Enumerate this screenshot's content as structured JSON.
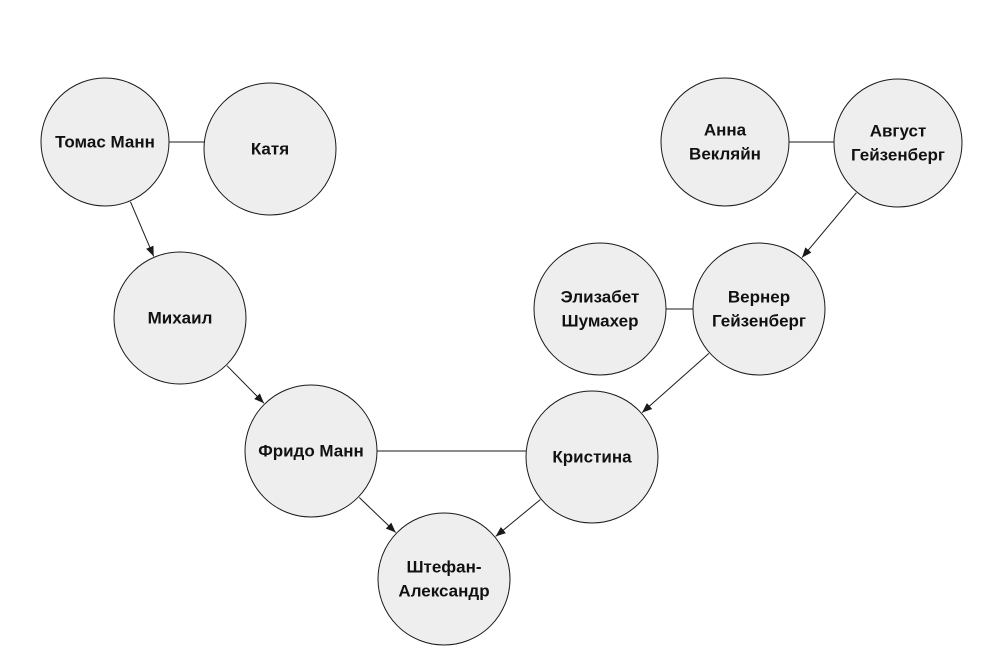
{
  "diagram": {
    "colors": {
      "node_fill": "#eeeeee",
      "stroke": "#1a1a1a",
      "text": "#111111",
      "background": "#ffffff"
    },
    "nodes": [
      {
        "id": "tomas",
        "lines": [
          "Томас Манн"
        ]
      },
      {
        "id": "katya",
        "lines": [
          "Катя"
        ]
      },
      {
        "id": "mikhail",
        "lines": [
          "Михаил"
        ]
      },
      {
        "id": "frido",
        "lines": [
          "Фридо Манн"
        ]
      },
      {
        "id": "shtefan",
        "lines": [
          "Штефан-",
          "Александр"
        ]
      },
      {
        "id": "anna",
        "lines": [
          "Анна",
          "Векляйн"
        ]
      },
      {
        "id": "avgust",
        "lines": [
          "Август",
          "Гейзенберг"
        ]
      },
      {
        "id": "elizabet",
        "lines": [
          "Элизабет",
          "Шумахер"
        ]
      },
      {
        "id": "verner",
        "lines": [
          "Вернер",
          "Гейзенберг"
        ]
      },
      {
        "id": "kristina",
        "lines": [
          "Кристина"
        ]
      }
    ],
    "edges": [
      {
        "from": "tomas",
        "to": "katya",
        "kind": "marriage"
      },
      {
        "from": "anna",
        "to": "avgust",
        "kind": "marriage"
      },
      {
        "from": "elizabet",
        "to": "verner",
        "kind": "marriage"
      },
      {
        "from": "frido",
        "to": "kristina",
        "kind": "marriage"
      },
      {
        "from": "tomas",
        "to": "mikhail",
        "kind": "child"
      },
      {
        "from": "mikhail",
        "to": "frido",
        "kind": "child"
      },
      {
        "from": "frido",
        "to": "shtefan",
        "kind": "child"
      },
      {
        "from": "avgust",
        "to": "verner",
        "kind": "child"
      },
      {
        "from": "verner",
        "to": "kristina",
        "kind": "child"
      },
      {
        "from": "kristina",
        "to": "shtefan",
        "kind": "child"
      }
    ]
  }
}
